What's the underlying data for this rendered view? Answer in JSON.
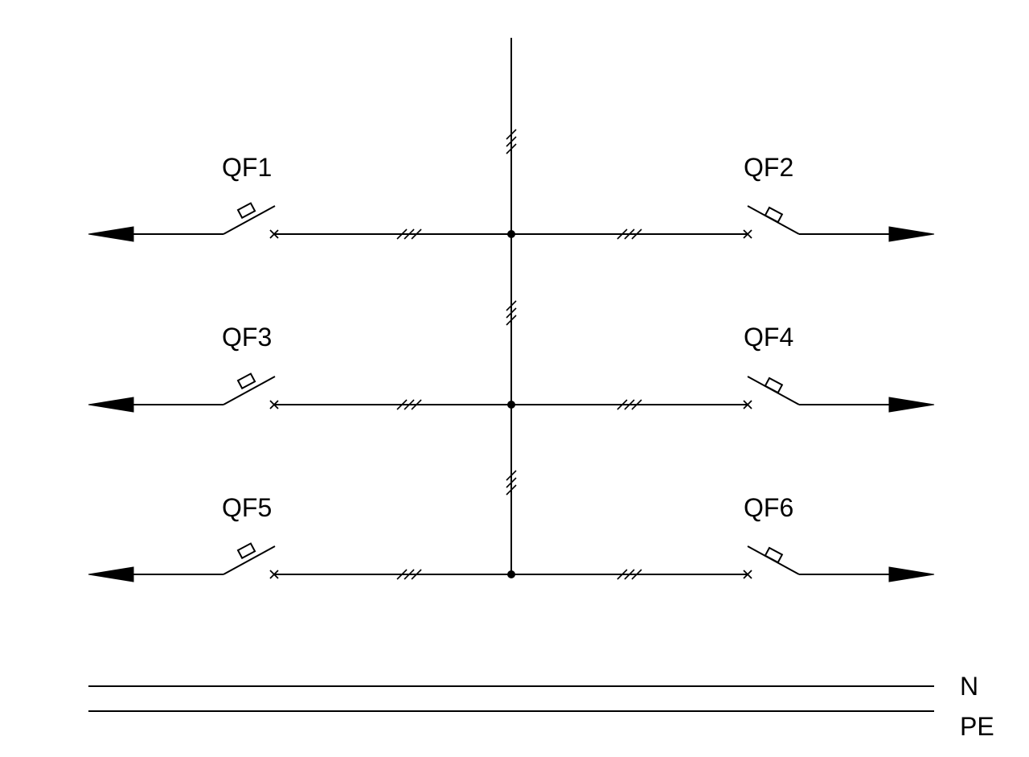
{
  "breakers": {
    "qf1": "QF1",
    "qf2": "QF2",
    "qf3": "QF3",
    "qf4": "QF4",
    "qf5": "QF5",
    "qf6": "QF6"
  },
  "conductors": {
    "n": "N",
    "pe": "PE"
  }
}
